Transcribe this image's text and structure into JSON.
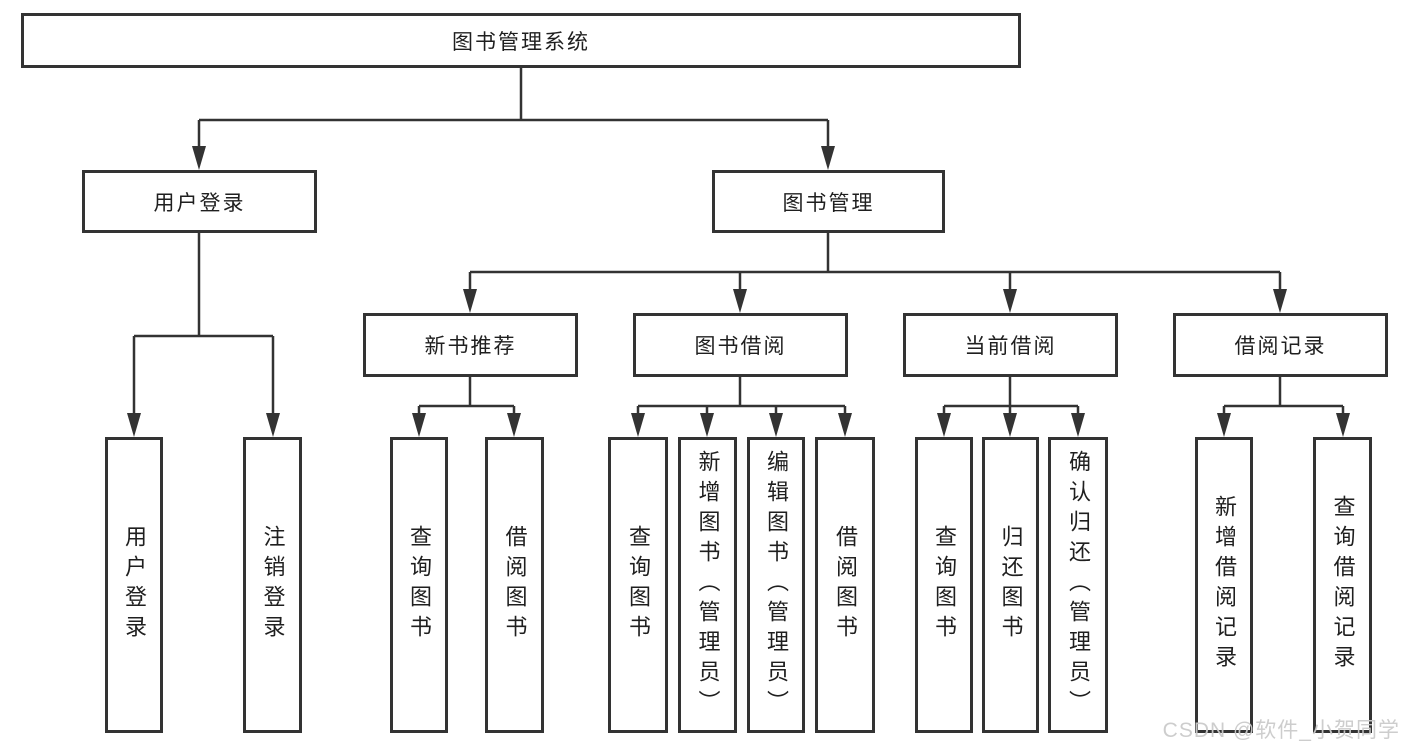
{
  "diagram_title": "图书管理系统",
  "tree": {
    "label": "图书管理系统",
    "children": [
      {
        "label": "用户登录",
        "children": [
          {
            "label": "用户登录"
          },
          {
            "label": "注销登录"
          }
        ]
      },
      {
        "label": "图书管理",
        "children": [
          {
            "label": "新书推荐",
            "children": [
              {
                "label": "查询图书"
              },
              {
                "label": "借阅图书"
              }
            ]
          },
          {
            "label": "图书借阅",
            "children": [
              {
                "label": "查询图书"
              },
              {
                "label": "新增图书（管理员）"
              },
              {
                "label": "编辑图书（管理员）"
              },
              {
                "label": "借阅图书"
              }
            ]
          },
          {
            "label": "当前借阅",
            "children": [
              {
                "label": "查询图书"
              },
              {
                "label": "归还图书"
              },
              {
                "label": "确认归还（管理员）"
              }
            ]
          },
          {
            "label": "借阅记录",
            "children": [
              {
                "label": "新增借阅记录"
              },
              {
                "label": "查询借阅记录"
              }
            ]
          }
        ]
      }
    ]
  },
  "watermark": {
    "text": "CSDN @软件_小贺同学",
    "color": "#cacaca"
  },
  "colors": {
    "line": "#333333",
    "box_border": "#333333",
    "text": "#1f1f1f",
    "background": "#ffffff"
  }
}
